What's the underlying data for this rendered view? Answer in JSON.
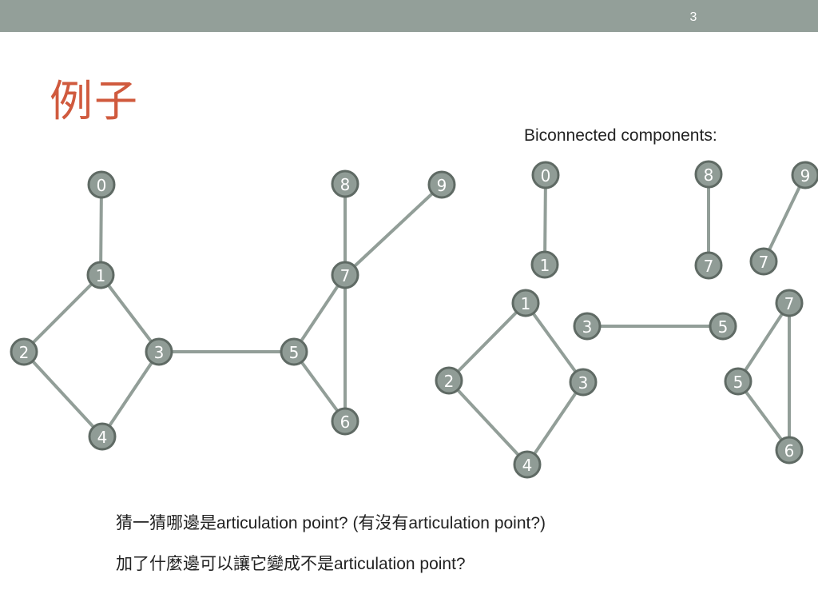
{
  "slide": {
    "page_number": "3",
    "title": "例子",
    "subtitle": "Biconnected components:",
    "questions": [
      "猜一猜哪邊是articulation point? (有沒有articulation point?)",
      "加了什麼邊可以讓它變成不是articulation point?"
    ]
  },
  "graphs": {
    "original": {
      "nodes": [
        "0",
        "1",
        "2",
        "3",
        "4",
        "5",
        "6",
        "7",
        "8",
        "9"
      ],
      "edges": [
        [
          "0",
          "1"
        ],
        [
          "1",
          "2"
        ],
        [
          "1",
          "3"
        ],
        [
          "2",
          "4"
        ],
        [
          "3",
          "4"
        ],
        [
          "3",
          "5"
        ],
        [
          "5",
          "7"
        ],
        [
          "5",
          "6"
        ],
        [
          "7",
          "6"
        ],
        [
          "7",
          "8"
        ],
        [
          "7",
          "9"
        ]
      ]
    },
    "components": [
      {
        "nodes": [
          "0",
          "1"
        ],
        "edges": [
          [
            "0",
            "1"
          ]
        ]
      },
      {
        "nodes": [
          "8",
          "7"
        ],
        "edges": [
          [
            "8",
            "7"
          ]
        ]
      },
      {
        "nodes": [
          "9",
          "7"
        ],
        "edges": [
          [
            "9",
            "7"
          ]
        ]
      },
      {
        "nodes": [
          "1",
          "2",
          "3",
          "4"
        ],
        "edges": [
          [
            "1",
            "2"
          ],
          [
            "1",
            "3"
          ],
          [
            "2",
            "4"
          ],
          [
            "3",
            "4"
          ]
        ]
      },
      {
        "nodes": [
          "3",
          "5"
        ],
        "edges": [
          [
            "3",
            "5"
          ]
        ]
      },
      {
        "nodes": [
          "7",
          "5",
          "6"
        ],
        "edges": [
          [
            "7",
            "5"
          ],
          [
            "5",
            "6"
          ],
          [
            "7",
            "6"
          ]
        ]
      }
    ]
  },
  "colors": {
    "top_bar": "#939f99",
    "title": "#d05a3e",
    "node_fill": "#909c96",
    "node_border": "#5f6a64",
    "edge": "#929e98"
  }
}
